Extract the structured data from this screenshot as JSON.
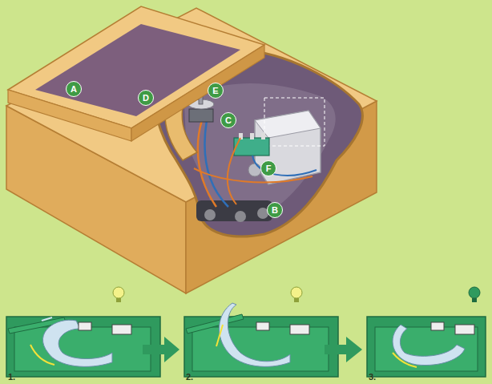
{
  "diagram": {
    "labels": [
      "A",
      "B",
      "C",
      "D",
      "E",
      "F",
      "1.",
      "2.",
      "3."
    ]
  }
}
